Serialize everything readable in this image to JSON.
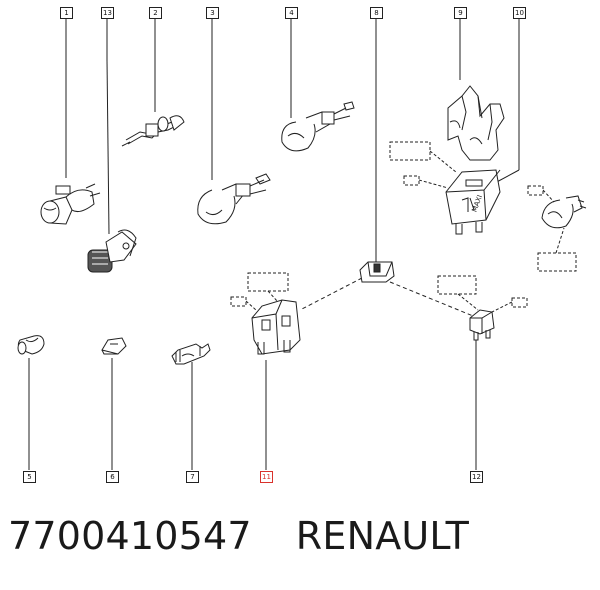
{
  "callouts": [
    {
      "id": "1",
      "label": "1"
    },
    {
      "id": "13",
      "label": "13"
    },
    {
      "id": "2",
      "label": "2"
    },
    {
      "id": "3",
      "label": "3"
    },
    {
      "id": "4",
      "label": "4"
    },
    {
      "id": "8",
      "label": "8"
    },
    {
      "id": "9",
      "label": "9"
    },
    {
      "id": "10",
      "label": "10"
    },
    {
      "id": "5",
      "label": "5"
    },
    {
      "id": "6",
      "label": "6"
    },
    {
      "id": "7",
      "label": "7"
    },
    {
      "id": "11",
      "label": "11",
      "highlighted": true
    },
    {
      "id": "12",
      "label": "12"
    }
  ],
  "fuse_label": "MAXI",
  "caption": {
    "part_number": "7700410547",
    "brand": "RENAULT"
  },
  "colors": {
    "line": "#222222",
    "highlight": "#d9322c",
    "text": "#1a1a1a"
  }
}
